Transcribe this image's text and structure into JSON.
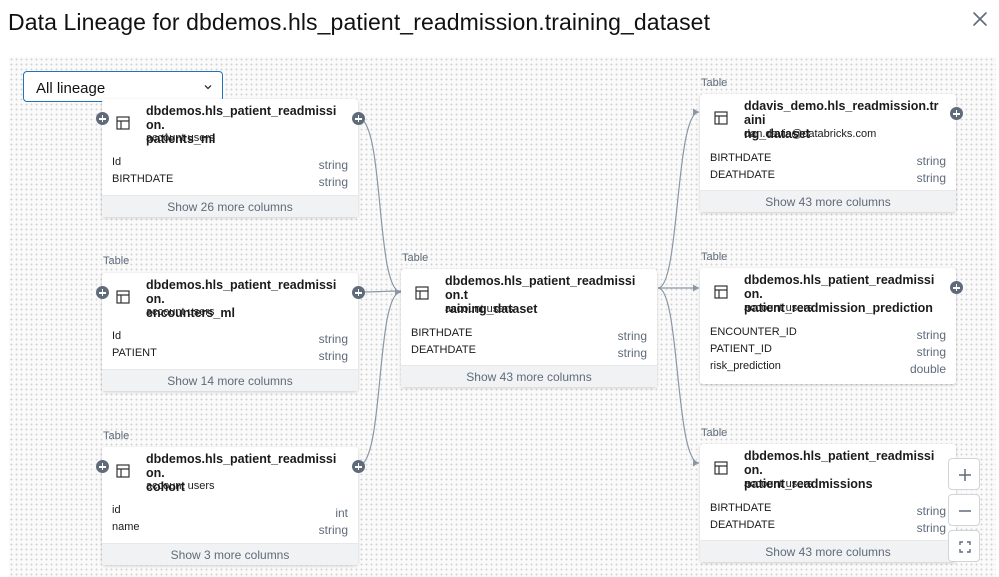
{
  "header": {
    "title": "Data Lineage for dbdemos.hls_patient_readmission.training_dataset",
    "close_icon": "close-icon"
  },
  "controls": {
    "lineage_filter": "All lineage"
  },
  "nodes": [
    {
      "type_label": "",
      "name_line1": "dbdemos.hls_patient_readmission.",
      "name_line2": "patients_ml",
      "owner": "account users",
      "columns": [
        {
          "name": "Id",
          "type": "string"
        },
        {
          "name": "BIRTHDATE",
          "type": "string"
        }
      ],
      "show_more": "Show 26 more columns"
    },
    {
      "type_label": "Table",
      "name_line1": "dbdemos.hls_patient_readmission.",
      "name_line2": "encounters_ml",
      "owner": "account users",
      "columns": [
        {
          "name": "Id",
          "type": "string"
        },
        {
          "name": "PATIENT",
          "type": "string"
        }
      ],
      "show_more": "Show 14 more columns"
    },
    {
      "type_label": "Table",
      "name_line1": "dbdemos.hls_patient_readmission.",
      "name_line2": "cohort",
      "owner": "account users",
      "columns": [
        {
          "name": "id",
          "type": "int"
        },
        {
          "name": "name",
          "type": "string"
        }
      ],
      "show_more": "Show 3 more columns"
    },
    {
      "type_label": "Table",
      "name_line1": "dbdemos.hls_patient_readmission.t",
      "name_line2": "raining_dataset",
      "owner": "account users",
      "columns": [
        {
          "name": "BIRTHDATE",
          "type": "string"
        },
        {
          "name": "DEATHDATE",
          "type": "string"
        }
      ],
      "show_more": "Show 43 more columns"
    },
    {
      "type_label": "Table",
      "name_line1": "ddavis_demo.hls_readmission.traini",
      "name_line2": "ng_dataset",
      "owner": "dan.davis@databricks.com",
      "columns": [
        {
          "name": "BIRTHDATE",
          "type": "string"
        },
        {
          "name": "DEATHDATE",
          "type": "string"
        }
      ],
      "show_more": "Show 43 more columns"
    },
    {
      "type_label": "Table",
      "name_line1": "dbdemos.hls_patient_readmission.",
      "name_line2": "patient_readmission_prediction",
      "owner": "account users",
      "columns": [
        {
          "name": "ENCOUNTER_ID",
          "type": "string"
        },
        {
          "name": "PATIENT_ID",
          "type": "string"
        },
        {
          "name": "risk_prediction",
          "type": "double"
        }
      ],
      "show_more": ""
    },
    {
      "type_label": "Table",
      "name_line1": "dbdemos.hls_patient_readmission.",
      "name_line2": "patient_readmissions",
      "owner": "account users",
      "columns": [
        {
          "name": "BIRTHDATE",
          "type": "string"
        },
        {
          "name": "DEATHDATE",
          "type": "string"
        }
      ],
      "show_more": "Show 43 more columns"
    }
  ],
  "icons": {
    "table": "table-icon",
    "expand": "plus-circle-icon",
    "zoom_in": "zoom-in-icon",
    "zoom_out": "zoom-out-icon",
    "fit": "fit-view-icon"
  },
  "colors": {
    "accent": "#2272b4",
    "edge": "#8a97a6",
    "handle": "#5f6b7a"
  }
}
